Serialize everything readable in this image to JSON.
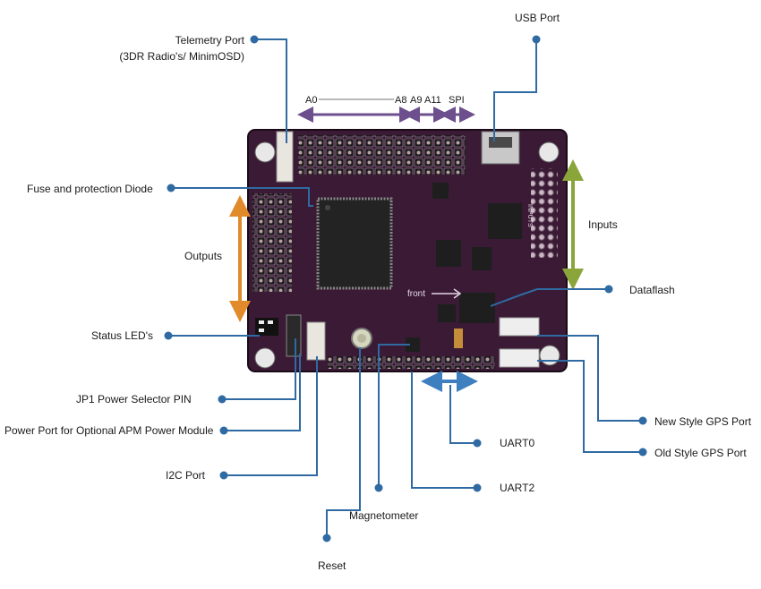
{
  "labels": {
    "telemetry_port": "Telemetry Port",
    "telemetry_port_sub": "(3DR Radio's/ MinimOSD)",
    "usb_port": "USB Port",
    "a0": "A0",
    "a8": "A8",
    "a9": "A9",
    "a11": "A11",
    "spi": "SPI",
    "fuse_diode": "Fuse and protection Diode",
    "outputs": "Outputs",
    "inputs": "Inputs",
    "dataflash": "Dataflash",
    "status_leds": "Status LED's",
    "jp1": "JP1  Power Selector PIN",
    "power_port": "Power Port for Optional APM Power Module",
    "i2c_port": "I2C Port",
    "new_gps": "New Style GPS Port",
    "old_gps": "Old Style GPS Port",
    "uart0": "UART0",
    "uart2": "UART2",
    "magnetometer": "Magnetometer",
    "reset": "Reset"
  },
  "board": {
    "front_marking": "front",
    "inputs_marking": "INPUTS"
  },
  "colors": {
    "board": "#3a1a34",
    "leader": "#2f6aa3",
    "outputs_arrow": "#e08a2c",
    "inputs_arrow": "#8aa63a",
    "analog_arrow": "#6e4f8e",
    "uart_arrow": "#3e7fc0"
  }
}
